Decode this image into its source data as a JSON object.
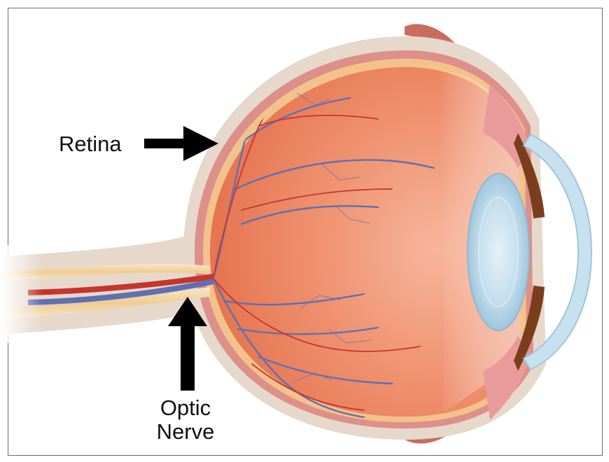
{
  "labels": {
    "retina": "Retina",
    "optic_line1": "Optic",
    "optic_line2": "Nerve"
  },
  "colors": {
    "sclera": "#e7d8cc",
    "choroid": "#d98a85",
    "retina_layer": "#f3c28a",
    "vitreous": "#ee8a63",
    "vein": "#5f6fb0",
    "artery": "#c5352e",
    "lens": "#bcd9e8",
    "cornea": "#c7e1ee",
    "iris": "#7a3e1c",
    "ciliary": "#e99b9b",
    "muscle": "#c96a5a",
    "nerve": "#f1d6a8",
    "arrow": "#000000",
    "border": "#6a6a6a"
  },
  "icons": {
    "retina_arrow": "right-arrow-icon",
    "optic_arrow": "up-arrow-icon"
  }
}
